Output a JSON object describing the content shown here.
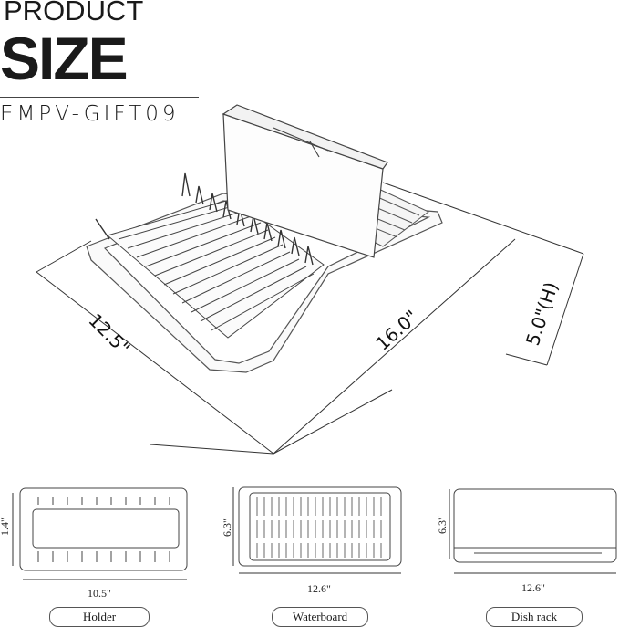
{
  "header": {
    "line1": "PRODUCT",
    "line2": "SIZE",
    "model_code": "EMPV-GIFT09"
  },
  "main_dimensions": {
    "depth": "12.5\"",
    "length": "16.0\"",
    "height": "5.0\"(H)"
  },
  "components": [
    {
      "name": "Holder",
      "height": "1.4\"",
      "width": "10.5\""
    },
    {
      "name": "Waterboard",
      "height": "6.3\"",
      "width": "12.6\""
    },
    {
      "name": "Dish rack",
      "height": "6.3\"",
      "width": "12.6\""
    }
  ]
}
